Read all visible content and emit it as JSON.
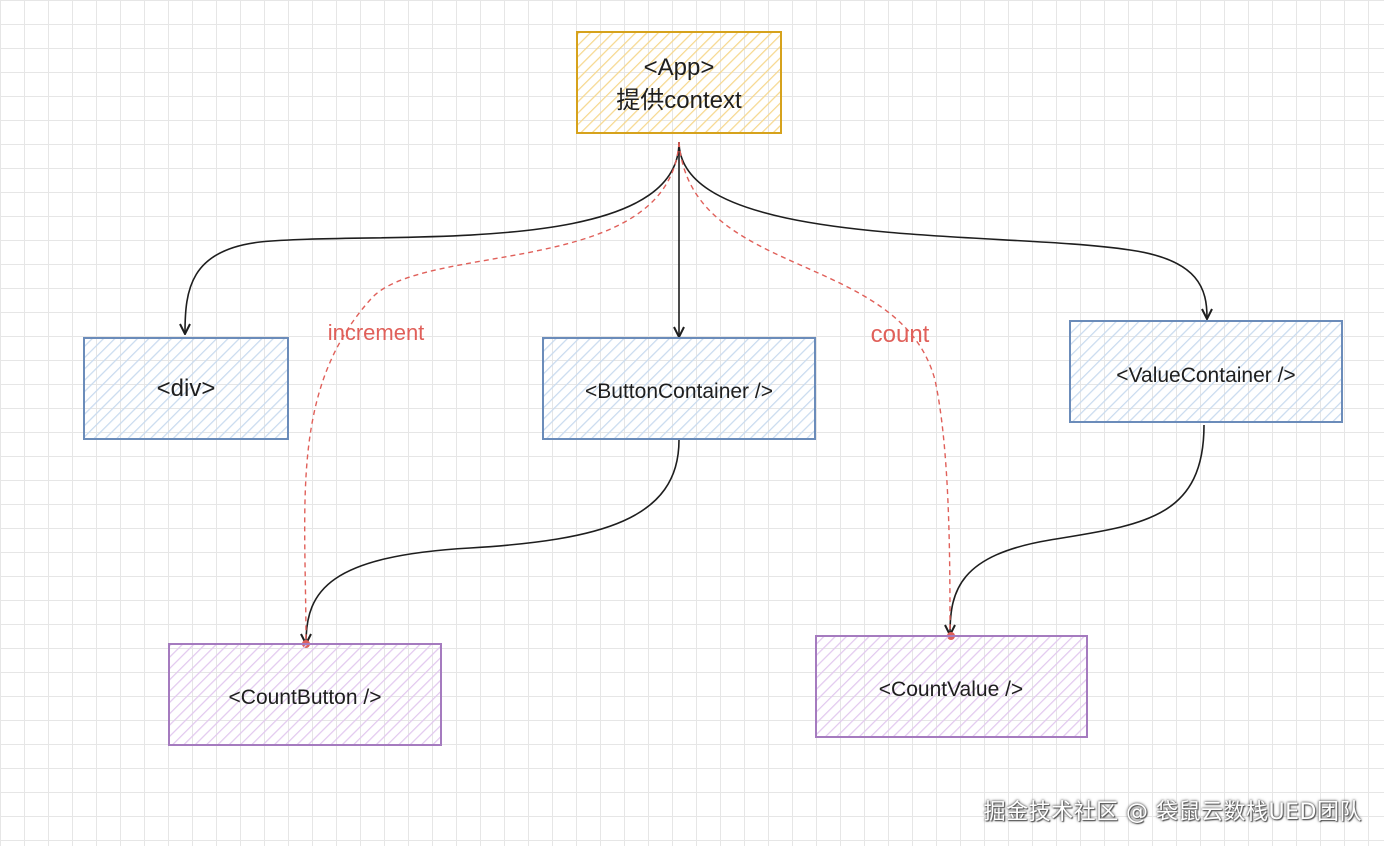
{
  "colors": {
    "app_stroke": "#d6a21c",
    "app_hatch": "#f6d88f",
    "blue_stroke": "#6b8cba",
    "blue_hatch": "#c9dbef",
    "purple_stroke": "#a57bbf",
    "purple_hatch": "#e2c9ef",
    "edge": "#1e1e1e",
    "context_edge": "#e0605a"
  },
  "nodes": {
    "app": {
      "line1": "<App>",
      "line2": "提供context"
    },
    "div": {
      "label": "<div>"
    },
    "button_container": {
      "label": "<ButtonContainer />"
    },
    "value_container": {
      "label": "<ValueContainer />"
    },
    "count_button": {
      "label": "<CountButton />"
    },
    "count_value": {
      "label": "<CountValue />"
    }
  },
  "edge_labels": {
    "increment": "increment",
    "count": "count"
  },
  "watermark": "掘金技术社区 @ 袋鼠云数栈UED团队"
}
